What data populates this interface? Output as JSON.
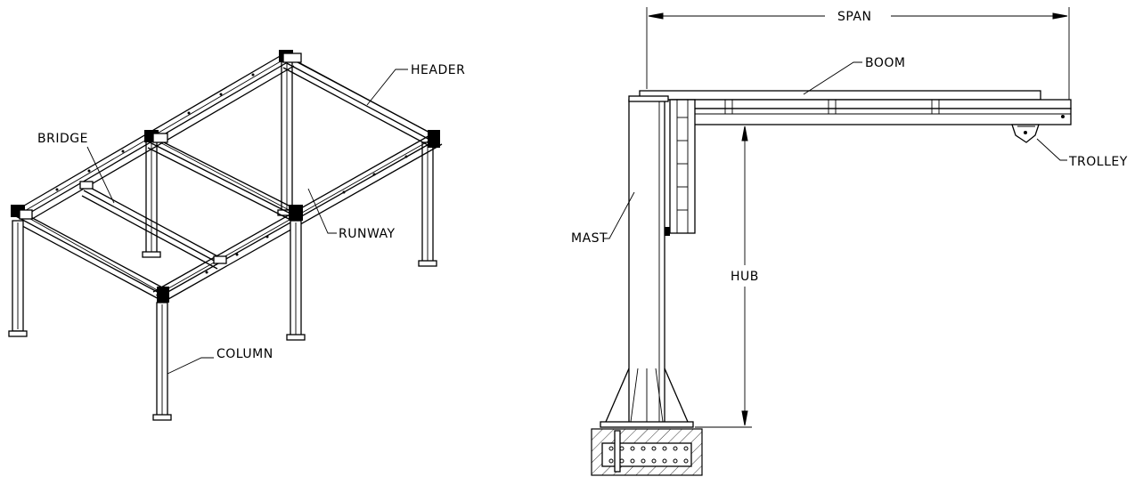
{
  "labels": {
    "header": "HEADER",
    "bridge": "BRIDGE",
    "runway": "RUNWAY",
    "column": "COLUMN",
    "span": "SPAN",
    "boom": "BOOM",
    "trolley": "TROLLEY",
    "mast": "MAST",
    "hub": "HUB"
  }
}
